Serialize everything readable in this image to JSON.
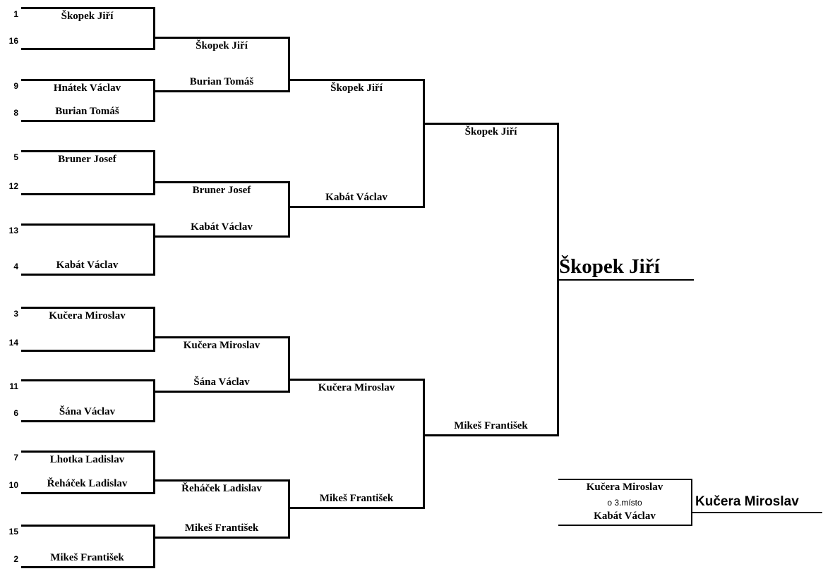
{
  "bracket": {
    "round1": [
      {
        "seed_top": "1",
        "name_top": "Škopek Jiří",
        "seed_bottom": "16",
        "name_bottom": ""
      },
      {
        "seed_top": "9",
        "name_top": "Hnátek Václav",
        "seed_bottom": "8",
        "name_bottom": "Burian Tomáš"
      },
      {
        "seed_top": "5",
        "name_top": "Bruner Josef",
        "seed_bottom": "12",
        "name_bottom": ""
      },
      {
        "seed_top": "13",
        "name_top": "",
        "seed_bottom": "4",
        "name_bottom": "Kabát Václav"
      },
      {
        "seed_top": "3",
        "name_top": "Kučera Miroslav",
        "seed_bottom": "14",
        "name_bottom": ""
      },
      {
        "seed_top": "11",
        "name_top": "",
        "seed_bottom": "6",
        "name_bottom": "Šána Václav"
      },
      {
        "seed_top": "7",
        "name_top": "Lhotka Ladislav",
        "seed_bottom": "10",
        "name_bottom": "Řeháček Ladislav"
      },
      {
        "seed_top": "15",
        "name_top": "",
        "seed_bottom": "2",
        "name_bottom": "Mikeš František"
      }
    ],
    "round2": [
      {
        "name_top": "Škopek Jiří",
        "name_bottom": "Burian Tomáš"
      },
      {
        "name_top": "Bruner Josef",
        "name_bottom": "Kabát Václav"
      },
      {
        "name_top": "Kučera Miroslav",
        "name_bottom": "Šána Václav"
      },
      {
        "name_top": "Řeháček Ladislav",
        "name_bottom": "Mikeš František"
      }
    ],
    "semifinals": [
      {
        "name_top": "Škopek Jiří",
        "name_bottom": "Kabát Václav"
      },
      {
        "name_top": "Kučera Miroslav",
        "name_bottom": "Mikeš František"
      }
    ],
    "final": {
      "name_top": "Škopek Jiří",
      "name_bottom": "Mikeš František"
    },
    "champion": "Škopek Jiří",
    "third_place": {
      "name_top": "Kučera Miroslav",
      "label": "o 3.místo",
      "name_bottom": "Kabát Václav",
      "winner": "Kučera Miroslav"
    }
  }
}
